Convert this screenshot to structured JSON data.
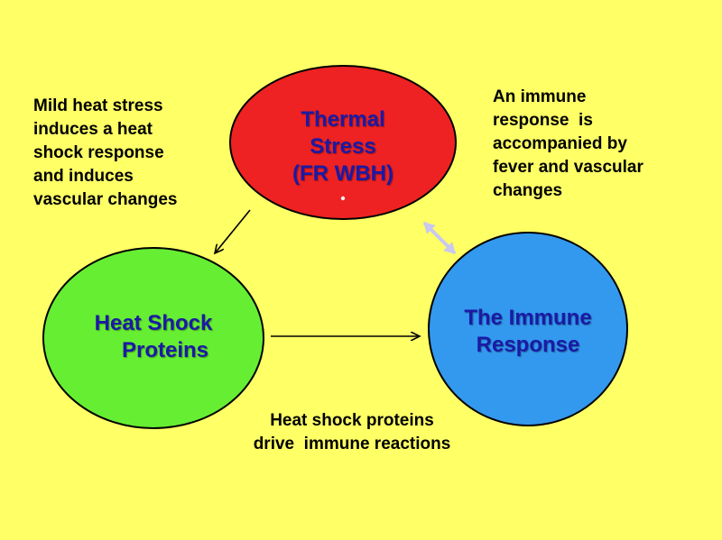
{
  "colors": {
    "background": "#ffff66",
    "thermal_fill": "#ee2222",
    "hsp_fill": "#66ee33",
    "immune_fill": "#3399ee",
    "node_text": "#1a1aa6",
    "bidirectional_arrow": "#c8c8f0"
  },
  "nodes": {
    "thermal": {
      "lines": [
        "Thermal",
        "Stress",
        "(FR WBH)"
      ]
    },
    "hsp": {
      "lines": [
        "Heat Shock",
        "Proteins"
      ]
    },
    "immune": {
      "lines": [
        "The Immune",
        "Response"
      ]
    }
  },
  "annotations": {
    "left": {
      "lines": [
        "Mild heat stress",
        "induces a heat",
        "shock response",
        "and induces",
        "vascular changes"
      ]
    },
    "right": {
      "lines": [
        "An immune",
        "response  is",
        "accompanied by",
        "fever and vascular",
        "changes"
      ]
    },
    "bottom": {
      "lines": [
        "Heat shock proteins",
        "drive  immune reactions"
      ]
    }
  }
}
